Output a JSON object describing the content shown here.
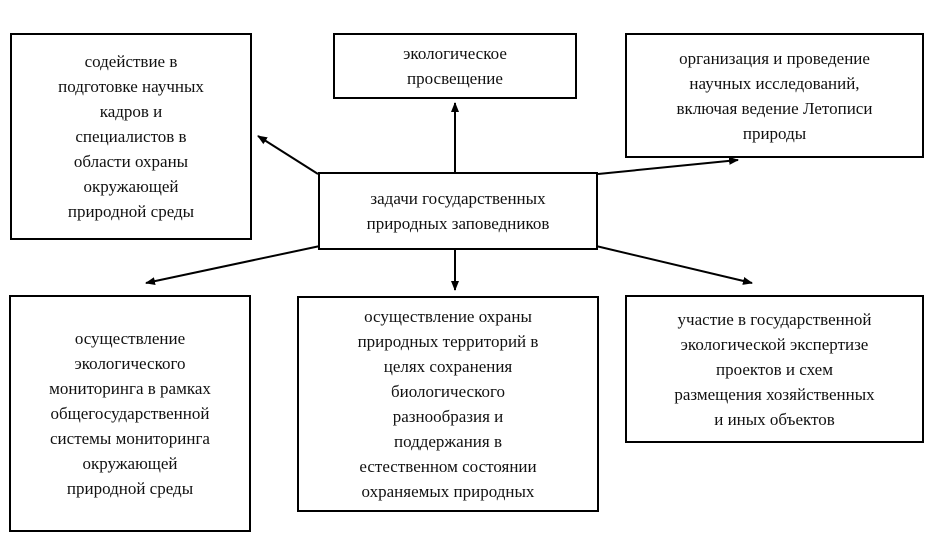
{
  "diagram": {
    "center": "задачи государственных\nприродных  заповедников",
    "boxes": [
      {
        "id": "top-left",
        "text": "содействие в\nподготовке научных\nкадров и\nспециалистов в\nобласти охраны\nокружающей\nприродной среды"
      },
      {
        "id": "top-center",
        "text": "экологическое\nпросвещение"
      },
      {
        "id": "top-right",
        "text": "организация и проведение\nнаучных исследований,\nвключая ведение Летописи\nприроды"
      },
      {
        "id": "bottom-left",
        "text": "осуществление\nэкологического\nмониторинга в рамках\nобщегосударственной\nсистемы мониторинга\nокружающей\nприродной среды"
      },
      {
        "id": "bottom-center",
        "text": "осуществление охраны\nприродных территорий в\nцелях сохранения\nбиологического\nразнообразия и\nподдержания в\nестественном состоянии\nохраняемых природных"
      },
      {
        "id": "bottom-right",
        "text": "участие в государственной\nэкологической экспертизе\nпроектов и схем\nразмещения хозяйственных\nи иных объектов"
      }
    ]
  }
}
